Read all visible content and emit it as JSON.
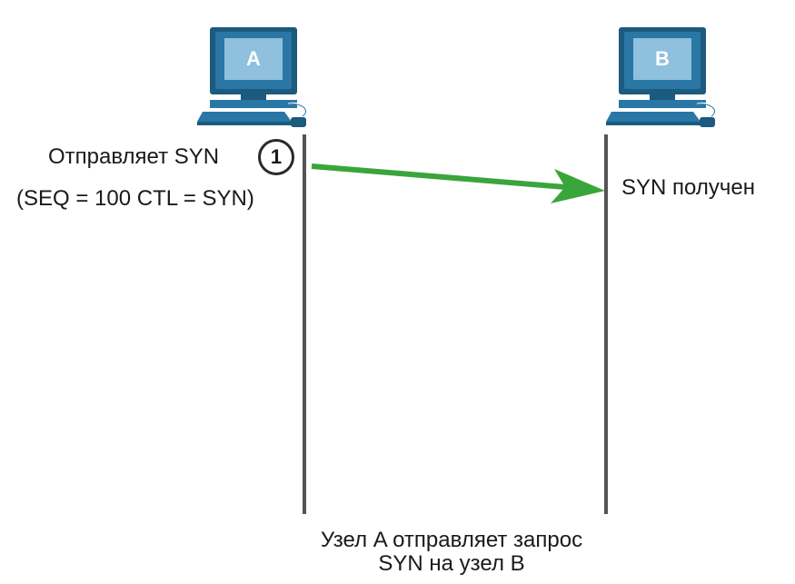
{
  "diagram": {
    "title": "",
    "hosts": {
      "a": {
        "letter": "A"
      },
      "b": {
        "letter": "B"
      }
    },
    "step": {
      "number": "1"
    },
    "host_a_text": {
      "line1": "Отправляет SYN",
      "line2": "(SEQ = 100 CTL = SYN)"
    },
    "host_b_text": "SYN получен",
    "caption": {
      "line1": "Узел A отправляет запрос",
      "line2": "SYN на узел B"
    },
    "colors": {
      "computer_dark": "#1c5a7e",
      "computer_mid": "#2a77a6",
      "screen": "#8fc0dd",
      "timeline": "#555555",
      "arrow": "#3aa53a"
    }
  }
}
